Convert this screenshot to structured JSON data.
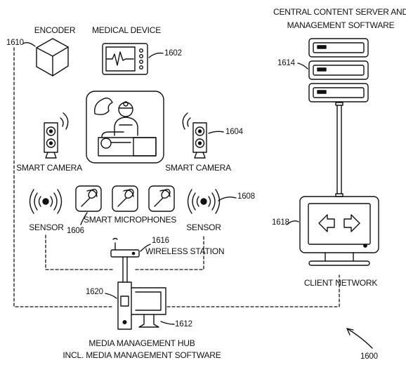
{
  "diagram": {
    "figure_ref": "1600",
    "central_server": {
      "title_line1": "CENTRAL CONTENT SERVER AND",
      "title_line2": "MANAGEMENT SOFTWARE",
      "ref": "1614"
    },
    "encoder": {
      "label": "ENCODER",
      "ref": "1610"
    },
    "medical_device": {
      "label": "MEDICAL DEVICE",
      "ref": "1602"
    },
    "smart_camera_left": {
      "label": "SMART CAMERA"
    },
    "smart_camera_right": {
      "label": "SMART CAMERA",
      "ref": "1604"
    },
    "sensor_left": {
      "label": "SENSOR"
    },
    "sensor_right": {
      "label": "SENSOR",
      "ref": "1608"
    },
    "smart_microphones": {
      "label": "SMART MICROPHONES",
      "ref": "1606"
    },
    "wireless_station": {
      "label": "WIRELESS STATION",
      "ref": "1616"
    },
    "client_network": {
      "label": "CLIENT NETWORK",
      "ref": "1618"
    },
    "media_hub": {
      "label_line1": "MEDIA MANAGEMENT HUB",
      "label_line2": "INCL. MEDIA MANAGEMENT SOFTWARE",
      "hub_ref": "1620",
      "monitor_ref": "1612"
    }
  }
}
